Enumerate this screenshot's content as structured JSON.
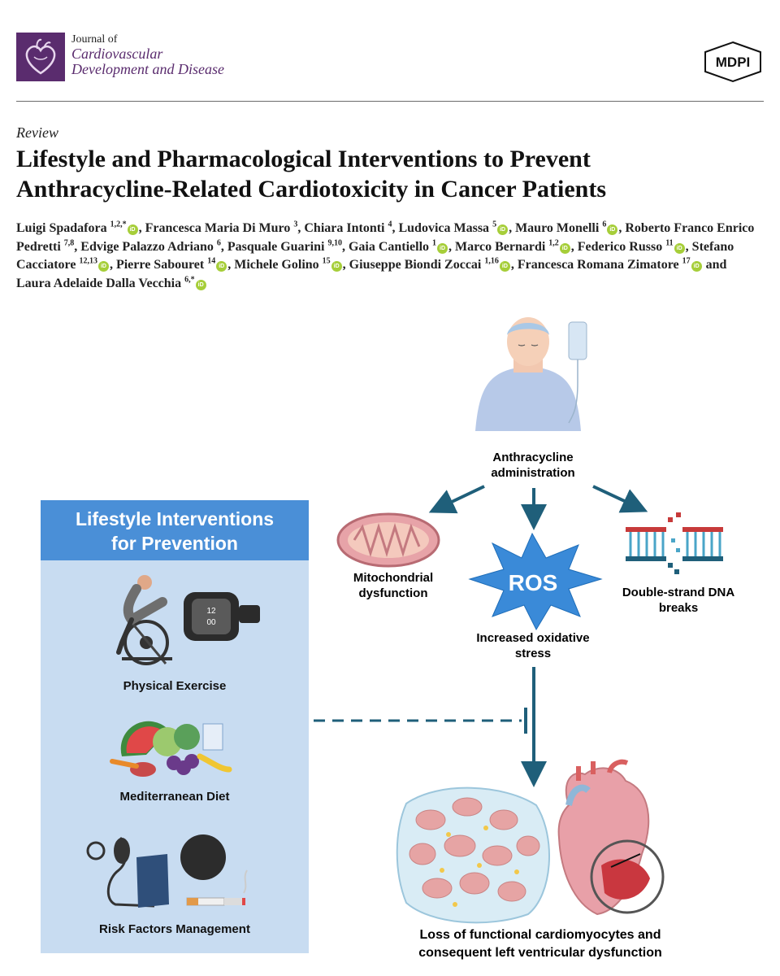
{
  "header": {
    "journal_line1": "Journal of",
    "journal_line2": "Cardiovascular",
    "journal_line3": "Development and Disease",
    "publisher": "MDPI"
  },
  "article": {
    "type": "Review",
    "title_line1": "Lifestyle and Pharmacological Interventions to Prevent",
    "title_line2": "Anthracycline-Related Cardiotoxicity in Cancer Patients"
  },
  "authors": [
    {
      "name": "Luigi Spadafora",
      "aff": "1,2,*",
      "orcid": true
    },
    {
      "name": "Francesca Maria Di Muro",
      "aff": "3",
      "orcid": false
    },
    {
      "name": "Chiara Intonti",
      "aff": "4",
      "orcid": false
    },
    {
      "name": "Ludovica Massa",
      "aff": "5",
      "orcid": true
    },
    {
      "name": "Mauro Monelli",
      "aff": "6",
      "orcid": true
    },
    {
      "name": "Roberto Franco Enrico Pedretti",
      "aff": "7,8",
      "orcid": false
    },
    {
      "name": "Edvige Palazzo Adriano",
      "aff": "6",
      "orcid": false
    },
    {
      "name": "Pasquale Guarini",
      "aff": "9,10",
      "orcid": false
    },
    {
      "name": "Gaia Cantiello",
      "aff": "1",
      "orcid": true
    },
    {
      "name": "Marco Bernardi",
      "aff": "1,2",
      "orcid": true
    },
    {
      "name": "Federico Russo",
      "aff": "11",
      "orcid": true
    },
    {
      "name": "Stefano Cacciatore",
      "aff": "12,13",
      "orcid": true
    },
    {
      "name": "Pierre Sabouret",
      "aff": "14",
      "orcid": true
    },
    {
      "name": "Michele Golino",
      "aff": "15",
      "orcid": true
    },
    {
      "name": "Giuseppe Biondi Zoccai",
      "aff": "1,16",
      "orcid": true
    },
    {
      "name": "Francesca Romana Zimatore",
      "aff": "17",
      "orcid": true
    },
    {
      "name": "Laura Adelaide Dalla Vecchia",
      "aff": "6,*",
      "orcid": true
    }
  ],
  "author_conjunction": "and",
  "orcid_glyph": "iD",
  "figure": {
    "panel_title_line1": "Lifestyle Interventions",
    "panel_title_line2": "for Prevention",
    "panel_items": [
      "Physical Exercise",
      "Mediterranean Diet",
      "Risk Factors Management"
    ],
    "watch_time_top": "12",
    "watch_time_bottom": "00",
    "admin_line1": "Anthracycline",
    "admin_line2": "administration",
    "mito_line1": "Mitochondrial",
    "mito_line2": "dysfunction",
    "ros_label": "ROS",
    "oxidative_line1": "Increased oxidative",
    "oxidative_line2": "stress",
    "dna_line1": "Double-strand DNA",
    "dna_line2": "breaks",
    "outcome_line1": "Loss of functional cardiomyocytes and",
    "outcome_line2": "consequent left ventricular dysfunction"
  },
  "colors": {
    "journal_purple": "#5a2c6e",
    "panel_blue": "#c8dcf1",
    "panel_header": "#4a8fd7",
    "arrow_teal": "#1f5f7a",
    "ros_blue": "#3a8ad8",
    "orcid_green": "#a6ce39"
  },
  "icons": [
    "heart-logo-icon",
    "mdpi-logo-icon",
    "orcid-icon",
    "patient-iv-icon",
    "mitochondrion-icon",
    "dna-break-icon",
    "ros-burst-icon",
    "exercise-bike-icon",
    "smartwatch-icon",
    "food-icon",
    "blood-pressure-cuff-icon",
    "cigarette-icon",
    "myocardium-tissue-icon",
    "heart-anatomy-icon"
  ]
}
